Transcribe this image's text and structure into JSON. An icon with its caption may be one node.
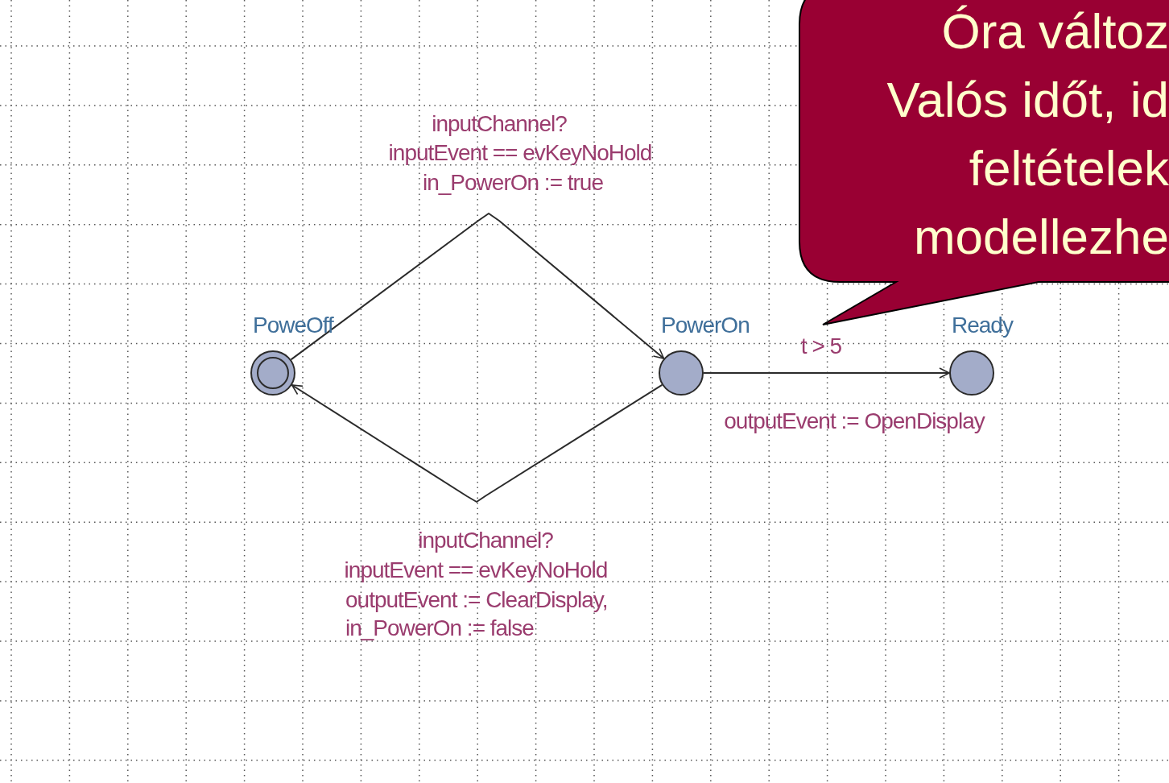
{
  "diagram": {
    "nodes": [
      {
        "text": [
          "PoweOff"
        ]
      },
      {
        "text": [
          "PowerOn"
        ]
      },
      {
        "text": [
          "Ready"
        ]
      },
      {
        "text": [
          "Óra változ",
          "Valós időt, id",
          "feltételek",
          "modellezhe"
        ]
      }
    ],
    "edges": [
      {
        "from": 0,
        "to": 1,
        "arrow": "to",
        "label": "inputChannel?"
      },
      {
        "from": 1,
        "to": 0,
        "arrow": "to",
        "label": "inputChannel?"
      },
      {
        "from": 1,
        "to": 2,
        "arrow": "to",
        "label": "t > 5"
      }
    ],
    "labels": [
      "inputEvent == evKeyNoHold",
      "in_PowerOn := true",
      "outputEvent := OpenDisplay",
      "inputEvent == evKeyNoHold",
      "outputEvent := ClearDisplay,",
      "in_PowerOn := false"
    ]
  }
}
